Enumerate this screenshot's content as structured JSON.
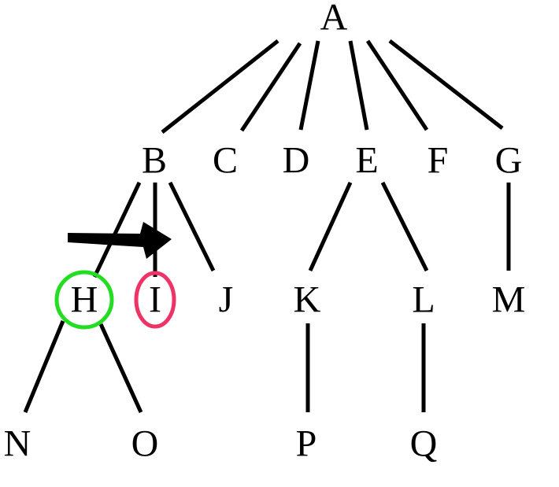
{
  "tree": {
    "nodes": [
      {
        "id": "A",
        "label": "A"
      },
      {
        "id": "B",
        "label": "B"
      },
      {
        "id": "C",
        "label": "C"
      },
      {
        "id": "D",
        "label": "D"
      },
      {
        "id": "E",
        "label": "E"
      },
      {
        "id": "F",
        "label": "F"
      },
      {
        "id": "G",
        "label": "G"
      },
      {
        "id": "H",
        "label": "H"
      },
      {
        "id": "I",
        "label": "I"
      },
      {
        "id": "J",
        "label": "J"
      },
      {
        "id": "K",
        "label": "K"
      },
      {
        "id": "L",
        "label": "L"
      },
      {
        "id": "M",
        "label": "M"
      },
      {
        "id": "N",
        "label": "N"
      },
      {
        "id": "O",
        "label": "O"
      },
      {
        "id": "P",
        "label": "P"
      },
      {
        "id": "Q",
        "label": "Q"
      }
    ],
    "edges": [
      {
        "from": "A",
        "to": "B"
      },
      {
        "from": "A",
        "to": "C"
      },
      {
        "from": "A",
        "to": "D"
      },
      {
        "from": "A",
        "to": "E"
      },
      {
        "from": "A",
        "to": "F"
      },
      {
        "from": "A",
        "to": "G"
      },
      {
        "from": "B",
        "to": "H"
      },
      {
        "from": "B",
        "to": "I"
      },
      {
        "from": "B",
        "to": "J"
      },
      {
        "from": "E",
        "to": "K"
      },
      {
        "from": "E",
        "to": "L"
      },
      {
        "from": "G",
        "to": "M"
      },
      {
        "from": "H",
        "to": "N"
      },
      {
        "from": "H",
        "to": "O"
      },
      {
        "from": "K",
        "to": "P"
      },
      {
        "from": "L",
        "to": "Q"
      }
    ],
    "highlights": [
      {
        "node": "H",
        "color": "#22dd22"
      },
      {
        "node": "I",
        "color": "#ee3366"
      }
    ],
    "pointer": {
      "target_edge": "B-I",
      "color": "#000000"
    }
  }
}
